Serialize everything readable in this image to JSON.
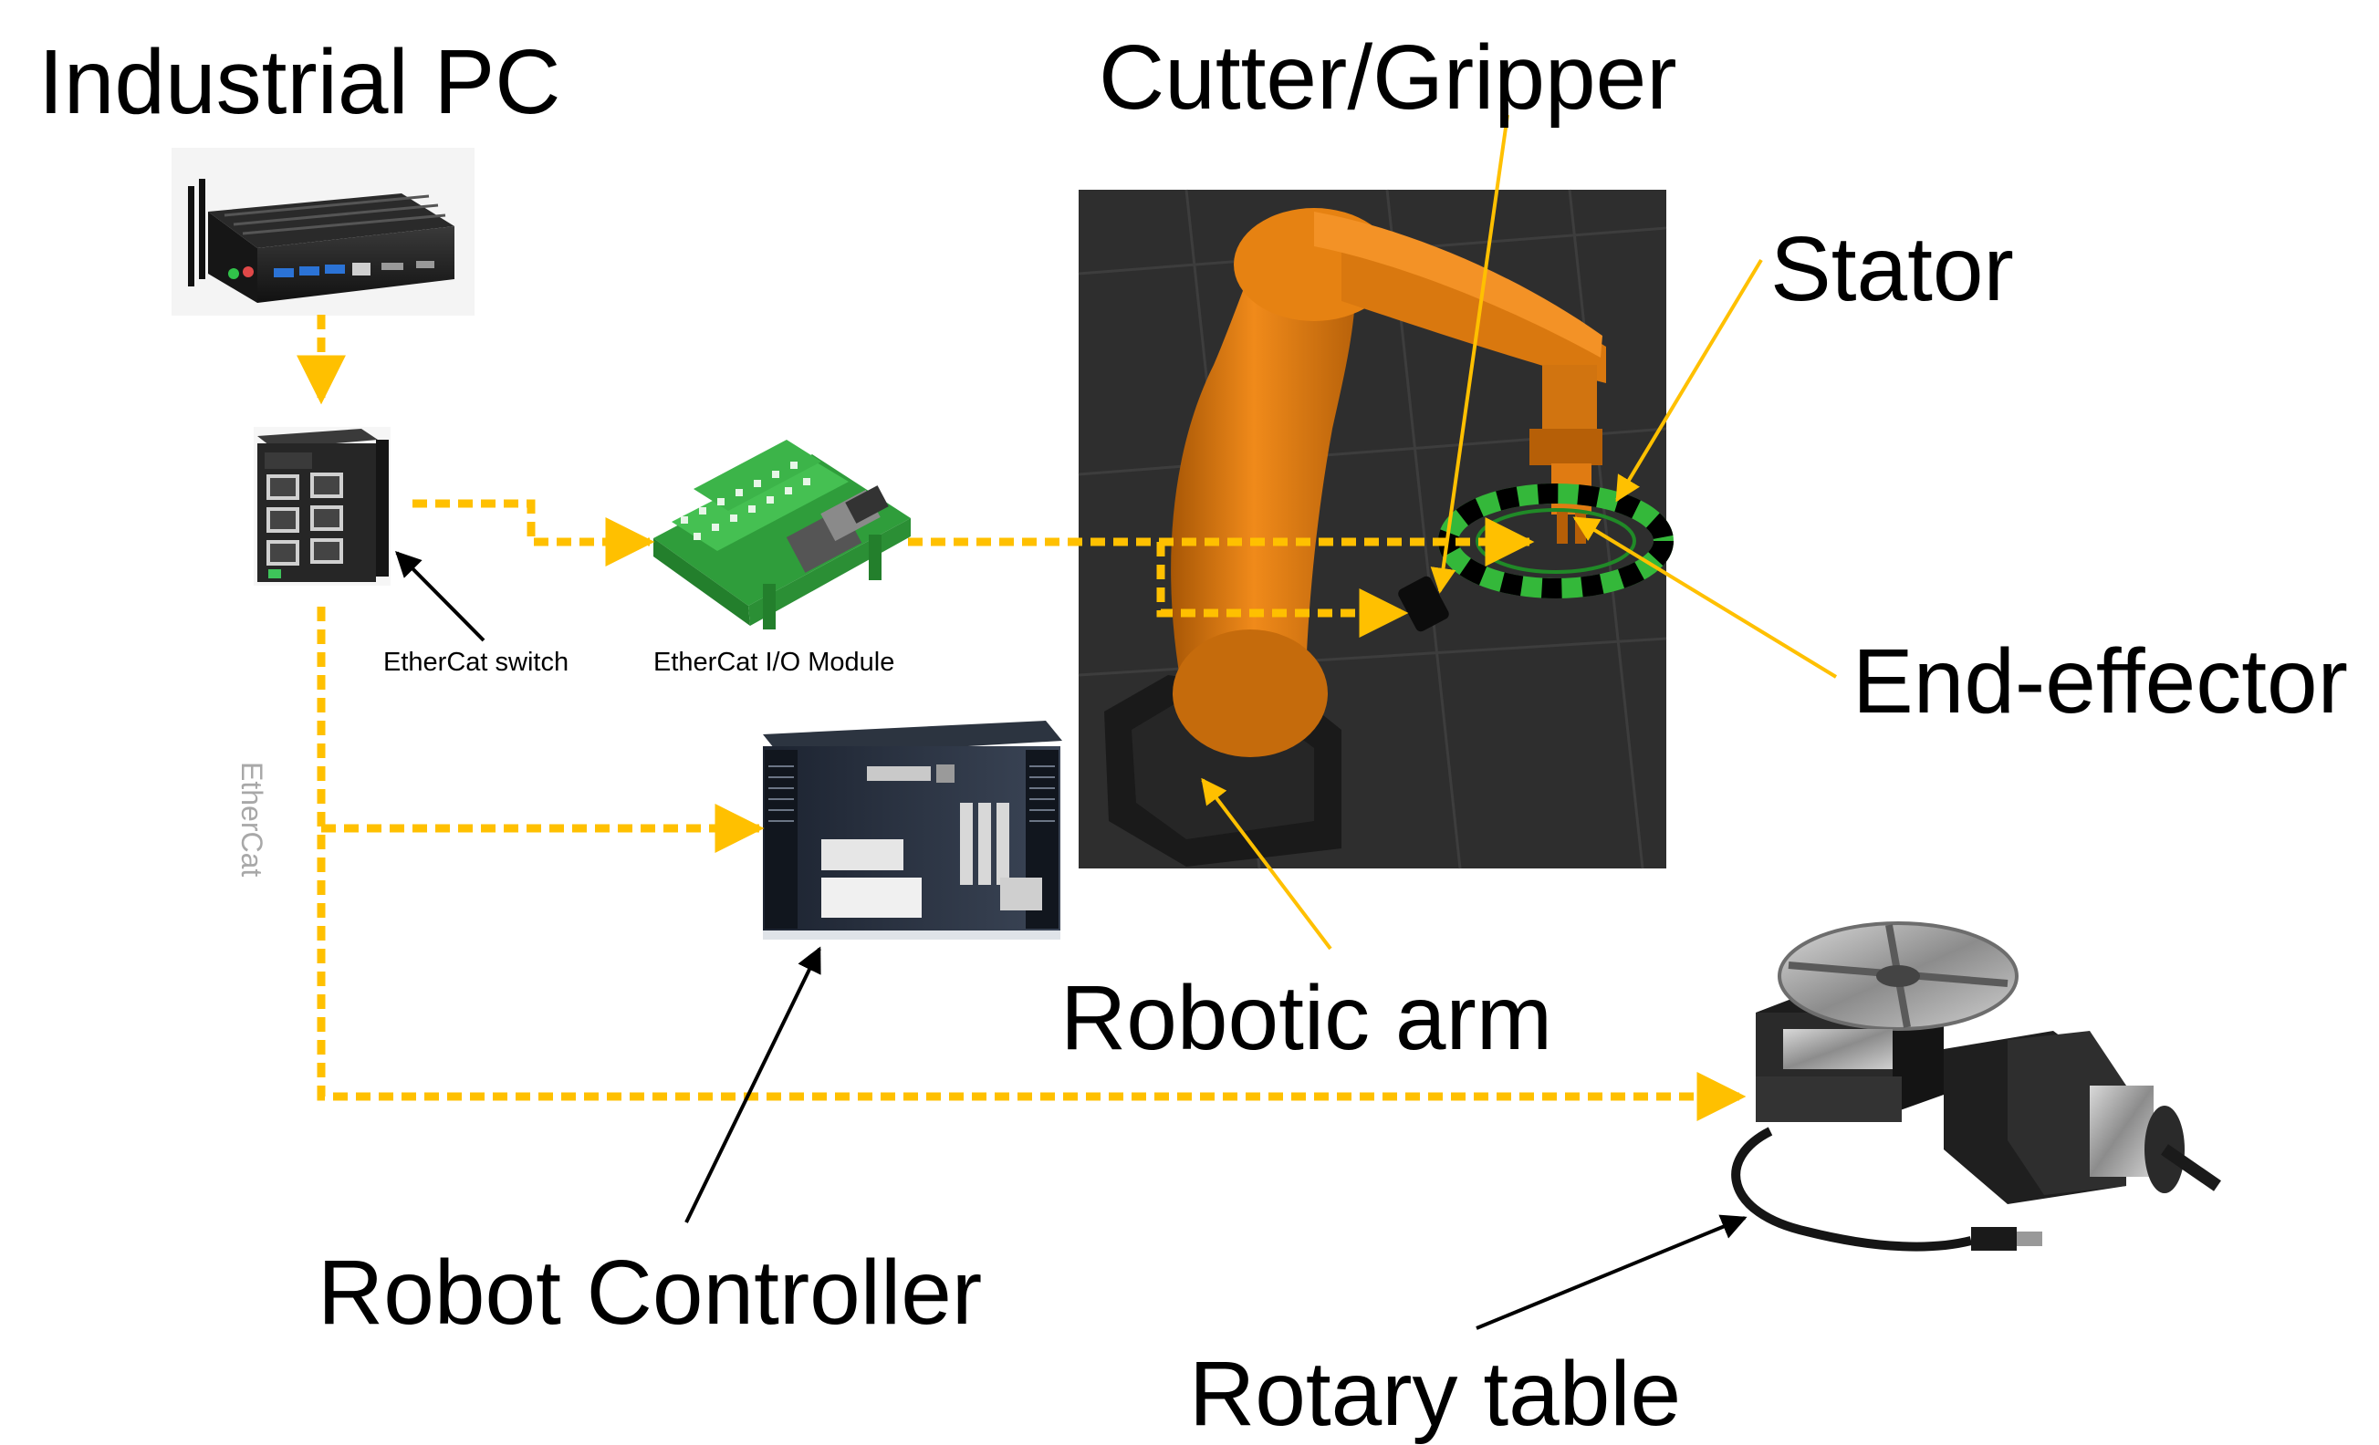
{
  "labels": {
    "industrial_pc": "Industrial PC",
    "cutter_gripper": "Cutter/Gripper",
    "stator": "Stator",
    "end_effector": "End-effector",
    "robotic_arm": "Robotic arm",
    "robot_controller": "Robot Controller",
    "rotary_table": "Rotary table",
    "ethercat_switch": "EtherCat switch",
    "ethercat_io_module": "EtherCat I/O Module",
    "ethercat_bus": "EtherCat"
  },
  "colors": {
    "connection": "#FFC000",
    "pointer_dark": "#000000",
    "pointer_accent": "#FFC000",
    "render_background": "#2e2e2e",
    "robot_orange": "#e07b12",
    "stator_green": "#34b83a",
    "io_module_green": "#3fb34a"
  },
  "icons": {
    "industrial_pc": "mini-pc-icon",
    "ethercat_switch": "network-switch-icon",
    "io_module": "terminal-block-icon",
    "robot_controller": "controller-cabinet-icon",
    "robotic_arm": "robot-arm-icon",
    "rotary_table": "rotary-table-icon"
  }
}
